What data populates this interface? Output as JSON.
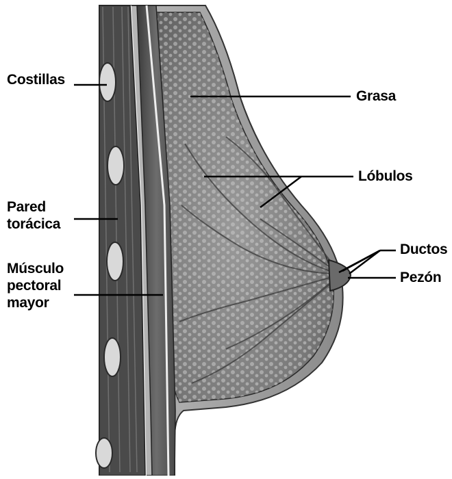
{
  "labels": {
    "costillas": "Costillas",
    "grasa": "Grasa",
    "lobulos": "Lóbulos",
    "pared": [
      "Pared",
      "torácica"
    ],
    "ductos": "Ductos",
    "musculo": [
      "Músculo",
      "pectoral",
      "mayor"
    ],
    "pezon": "Pezón"
  },
  "colors": {
    "ink": "#000000",
    "tissue_light": "#c9c9c9",
    "tissue_mid": "#8f8f8f",
    "tissue_dark": "#3a3a3a",
    "skin": "#a9a9a9"
  }
}
